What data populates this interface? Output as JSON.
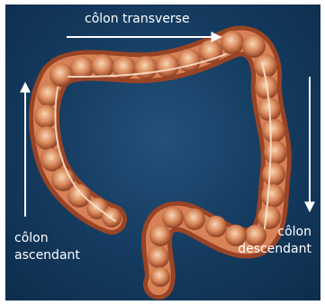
{
  "labels": {
    "transverse": "côlon transverse",
    "ascendant_line1": "côlon",
    "ascendant_line2": "ascendant",
    "descendant_line1": "côlon",
    "descendant_line2": "descendant"
  },
  "colors": {
    "background": "#143a5e",
    "colon_outer": "#c4703f",
    "colon_inner": "#f2c39c",
    "arrow": "#ffffff",
    "text": "#ffffff"
  }
}
